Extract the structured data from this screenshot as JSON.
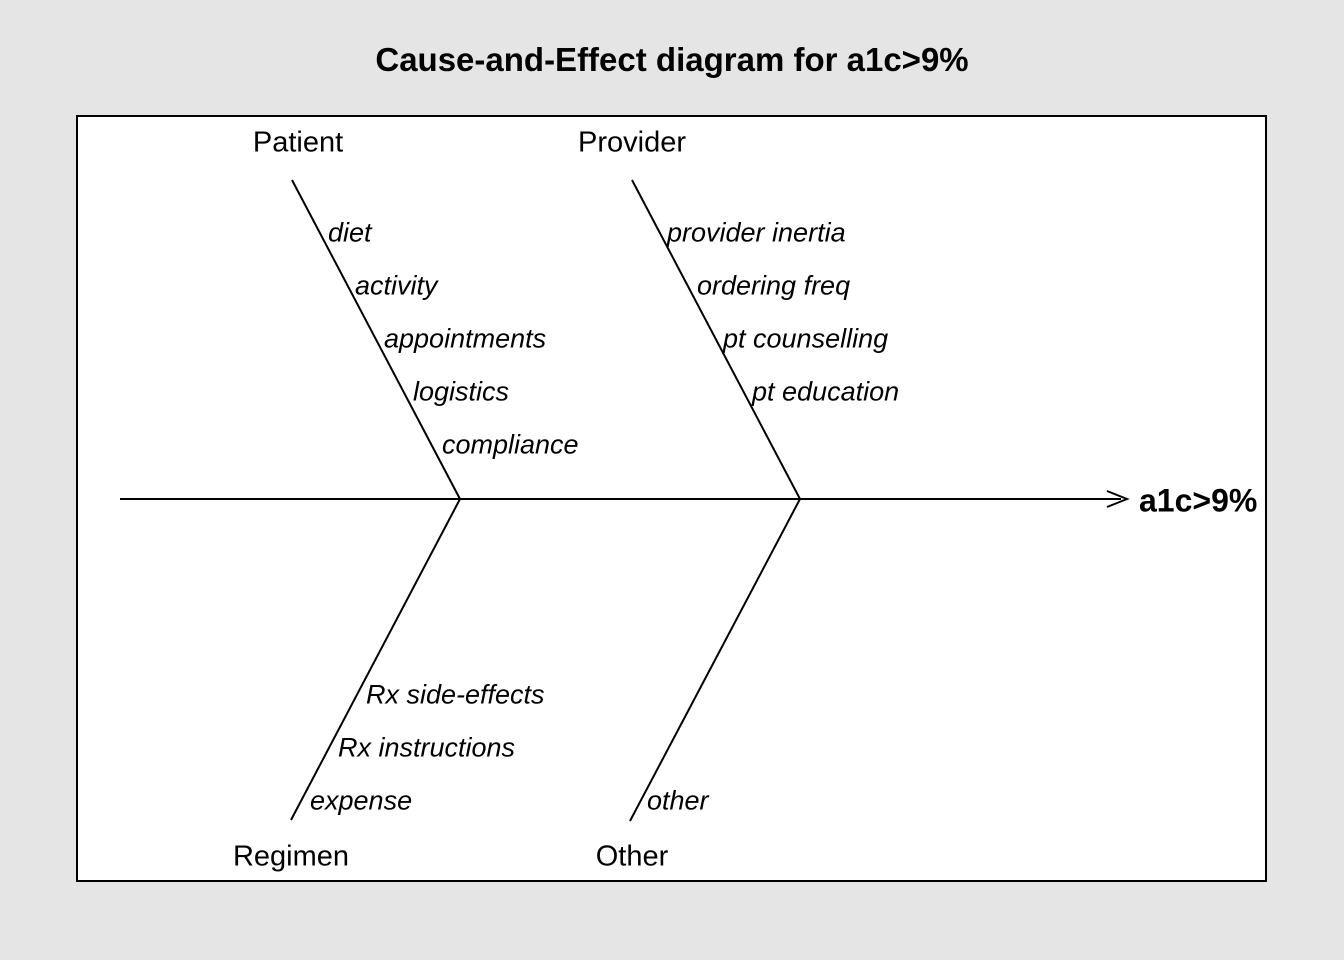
{
  "title": "Cause-and-Effect diagram for a1c>9%",
  "effect_label": "a1c>9%",
  "branches": [
    {
      "name": "Patient",
      "side": "top",
      "causes": [
        "diet",
        "activity",
        "appointments",
        "logistics",
        "compliance"
      ]
    },
    {
      "name": "Provider",
      "side": "top",
      "causes": [
        "provider inertia",
        "ordering freq",
        "pt counselling",
        "pt education"
      ]
    },
    {
      "name": "Regimen",
      "side": "bottom",
      "causes": [
        "Rx side-effects",
        "Rx instructions",
        "expense"
      ]
    },
    {
      "name": "Other",
      "side": "bottom",
      "causes": [
        "other"
      ]
    }
  ],
  "colors": {
    "page_background": "#e5e5e5",
    "plot_background": "#ffffff",
    "line": "#000000",
    "text": "#000000"
  }
}
